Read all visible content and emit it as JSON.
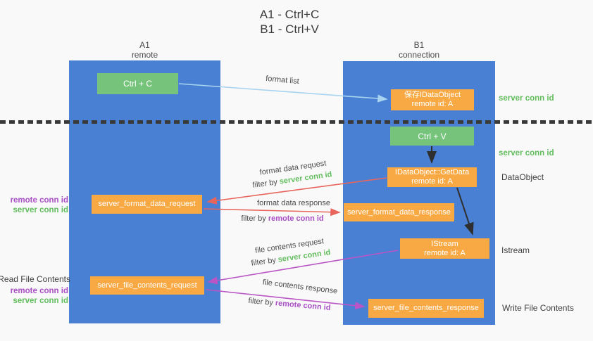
{
  "title": {
    "line1": "A1 - Ctrl+C",
    "line2": "B1 - Ctrl+V"
  },
  "columns": {
    "left": {
      "title": "A1",
      "subtitle": "remote"
    },
    "right": {
      "title": "B1",
      "subtitle": "connection"
    }
  },
  "nodes": {
    "ctrl_c": {
      "label": "Ctrl + C"
    },
    "ctrl_v": {
      "label": "Ctrl + V"
    },
    "save_dataobject": {
      "line1": "保存IDataObject",
      "line2": "remote id: A"
    },
    "getdata": {
      "line1": "IDataObject::GetData",
      "line2": "remote id: A"
    },
    "istream": {
      "line1": "IStream",
      "line2": "remote id: A"
    },
    "format_request": {
      "label": "server_format_data_request"
    },
    "format_response": {
      "label": "server_format_data_response"
    },
    "file_request": {
      "label": "server_file_contents_request"
    },
    "file_response": {
      "label": "server_file_contents_response"
    }
  },
  "arrow_labels": {
    "format_list": "format list",
    "format_data_request": "format data request",
    "format_data_request_filter": {
      "prefix": "filter by",
      "value": "server conn id"
    },
    "format_data_response": "format data response",
    "format_data_response_filter": {
      "prefix": "filter by",
      "value": "remote conn id"
    },
    "file_contents_request": "file contents request",
    "file_contents_request_filter": {
      "prefix": "filter by",
      "value": "server conn id"
    },
    "file_contents_response": "file contents response",
    "file_contents_response_filter": {
      "prefix": "filter by",
      "value": "remote conn id"
    }
  },
  "side_labels": {
    "right_server_conn_1": "server conn id",
    "right_server_conn_2": "server conn id",
    "dataobject": "DataObject",
    "istream": "Istream",
    "write_file": "Write File Contents",
    "left_remote_conn_1": "remote conn id",
    "left_server_conn_1": "server conn id",
    "read_file": "Read File Contents",
    "left_remote_conn_2": "remote conn id",
    "left_server_conn_2": "server conn id"
  },
  "colors": {
    "column_blue": "#4a80d4",
    "box_green": "#76c47c",
    "box_orange": "#f8a944",
    "arrow_lightblue": "#a8d4f0",
    "arrow_red": "#e8655c",
    "arrow_magenta": "#b955c5",
    "arrow_black": "#2f2f2f",
    "text_green": "#63bd5f",
    "text_purple": "#a94fc5"
  }
}
